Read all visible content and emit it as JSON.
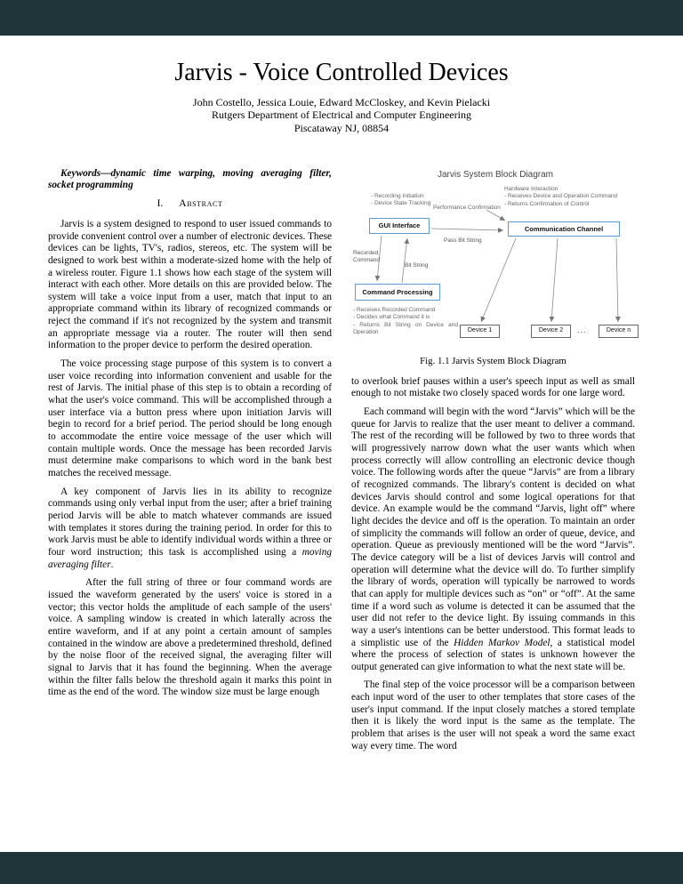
{
  "colors": {
    "chrome_bar": "#203539",
    "diagram_box_border": "#5b9bd5"
  },
  "header": {
    "title": "Jarvis - Voice Controlled Devices",
    "authors": "John Costello, Jessica Louie, Edward McCloskey, and Kevin Pielacki",
    "affiliation": "Rutgers Department of Electrical and Computer Engineering",
    "city": "Piscataway NJ, 08854"
  },
  "left": {
    "keywords": "Keywords—dynamic time warping, moving averaging filter, socket programming",
    "section_number": "I.",
    "section_title": "Abstract",
    "p1": "Jarvis is a system designed to respond to user issued commands to provide convenient control over a number of electronic devices. These devices can be lights, TV's, radios, stereos, etc. The system will be designed to work best within a moderate-sized home with the help of a wireless router. Figure 1.1 shows how each stage of the system will interact with each other. More details on this are provided below. The system will take a voice input from a user, match that input to an appropriate command within its library of recognized commands or reject the command if it's not recognized by the system and transmit an appropriate message via a router. The router will then send information to the proper device to perform the desired operation.",
    "p2": "The voice processing stage purpose of this system is to convert a user voice recording into information convenient and usable for the rest of Jarvis. The initial phase of this step is to obtain a recording of what the user's voice command. This will be accomplished through a user interface via a button press where upon initiation Jarvis will begin to record for a brief period. The period should be long enough to accommodate the entire voice message of the user which will contain multiple words. Once the message has been recorded Jarvis must determine make comparisons to which word in the bank best matches the received message.",
    "p3a": "A key component of Jarvis lies in its ability to recognize commands using only verbal input from the user; after a brief training period Jarvis will be able to match whatever commands are issued with templates it stores during the training period. In order for this to work Jarvis must be able to identify individual words within a three or four word instruction; this task is accomplished using a ",
    "p3b": "moving averaging filter",
    "p3c": ".",
    "p4": "After the full string of three or four command words are issued the waveform generated by the users' voice is stored in a vector; this vector holds the amplitude of each sample of the users' voice. A sampling window is created in which laterally across the entire waveform, and if at any point a certain amount of samples contained in the window are above a predetermined threshold, defined by the noise floor of the received signal, the averaging filter will signal to Jarvis that it has found the beginning. When the average within the filter falls below the threshold again it marks this point in time as the end of the word. The window size must be large enough"
  },
  "figure": {
    "title": "Jarvis System Block Diagram",
    "caption": "Fig. 1.1 Jarvis System Block Diagram",
    "gui_box": "GUI Interface",
    "comm_box": "Communication Channel",
    "cmd_box": "Command Processing",
    "device1": "Device 1",
    "device2": "Device 2",
    "dots": "...",
    "device_n": "Device n",
    "ann_left": "- Recording Initiation\n- Device State Tracking",
    "ann_mid": "Performance Confirmation",
    "ann_right": "Hardware Interaction\n- Receives Device and Operation Command\n- Returns Confirmation of Control",
    "pass_bit": "Pass Bit String",
    "recorded_cmd": "Recorded\nCommand",
    "bit_string": "Bit String",
    "ann_bottom": "- Receives Recorded Command\n- Decides what Command it is\n- Returns Bit String on Device and Operation"
  },
  "right": {
    "p1": "to overlook brief pauses within a user's speech input as well as small enough to not mistake two closely spaced words for one large word.",
    "p2a": "Each command will begin with the word “Jarvis” which will be the queue for Jarvis to realize that the user meant to deliver a command. The rest of the recording will be followed by two to three words that will progressively narrow down what the user wants which when process correctly will allow controlling an electronic device though voice. The following words after the queue “Jarvis” are from a library of recognized commands. The library's content is decided on what devices Jarvis should control and some logical operations for that device. An example would be the command “Jarvis, light off” where light decides the device and off is the operation. To maintain an order of simplicity the commands will follow an order of queue, device, and operation. Queue as previously mentioned will be the word “Jarvis”. The device category will be a list of devices Jarvis will control and operation will determine what the device will do. To further simplify the library of words, operation will typically be narrowed to words that can apply for multiple devices such as “on” or “off”. At the same time if a word such as volume is detected it can be assumed that the user did not refer to the device light. By issuing commands in this way a user's intentions can be better understood. This format leads to a simplistic use of the ",
    "p2b": "Hidden Markov Model",
    "p2c": ", a statistical model where the process of selection of states is unknown however the output generated can give information to what the next state will be.",
    "p3": "The final step of the voice processor will be a comparison between each input word of the user to other templates that store cases of the user's input command. If the input closely matches a stored template then it is likely the word input is the same as the template. The problem that arises is the user will not speak a word the same exact way every time. The word"
  }
}
